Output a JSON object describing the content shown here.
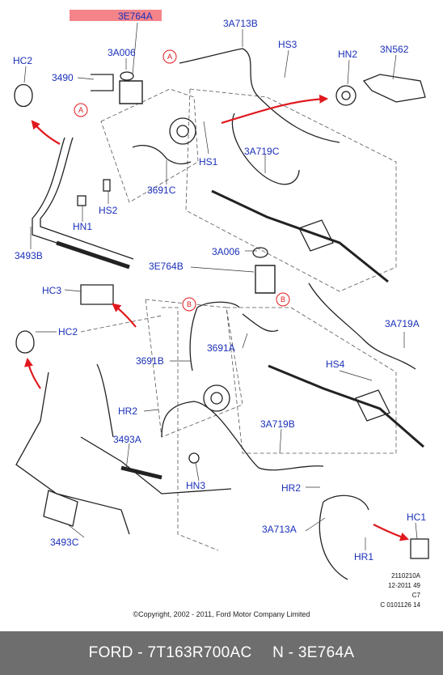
{
  "labels": {
    "3E764A_top": "3E764A",
    "3A006_top": "3A006",
    "3490": "3490",
    "HC2_top": "HC2",
    "3A713B": "3A713B",
    "HS3": "HS3",
    "HN2": "HN2",
    "3N562": "3N562",
    "HS1": "HS1",
    "3A719C": "3A719C",
    "3691C": "3691C",
    "HS2": "HS2",
    "HN1": "HN1",
    "3493B": "3493B",
    "3A006_mid": "3A006",
    "3E764B": "3E764B",
    "HC3": "HC3",
    "HC2_mid": "HC2",
    "3691B": "3691B",
    "3691A": "3691A",
    "3A719A": "3A719A",
    "HS4": "HS4",
    "HR2_left": "HR2",
    "3493A": "3493A",
    "3A719B": "3A719B",
    "HN3": "HN3",
    "HR2_right": "HR2",
    "3A713A": "3A713A",
    "HC1": "HC1",
    "HR1": "HR1",
    "3493C": "3493C"
  },
  "callouts": {
    "a1": "A",
    "a2": "A",
    "b1": "B",
    "b2": "B"
  },
  "reference": [
    "2110210A",
    "12-2011 49",
    "C7",
    "C 0101126 14"
  ],
  "copyright": "©Copyright, 2002 - 2011, Ford Motor Company Limited",
  "footer": {
    "brand_part": "FORD - 7T163R700AC",
    "number": "N - 3E764A"
  },
  "colors": {
    "label_blue": "#1a2fb8",
    "arrow_red": "#e0191e",
    "highlight": "#f4848a",
    "footer_bg": "#6e6e6e"
  }
}
